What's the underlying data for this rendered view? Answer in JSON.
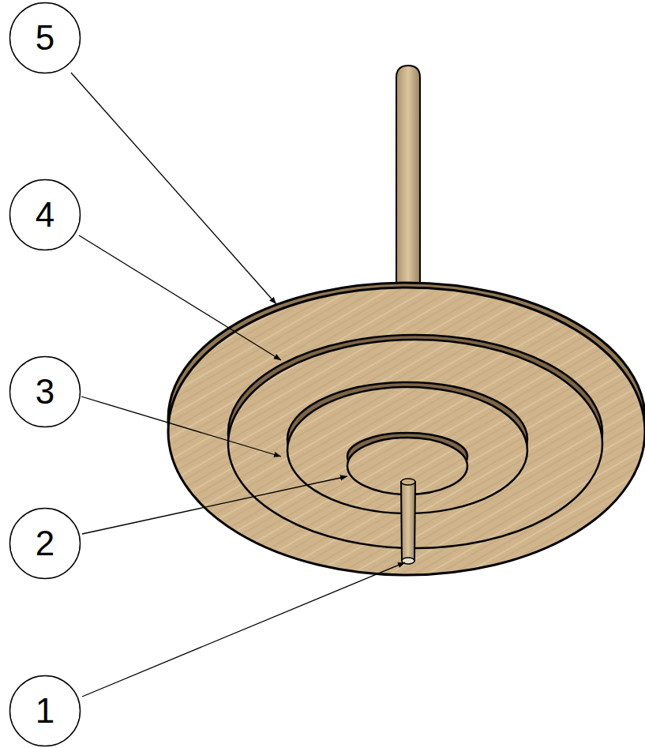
{
  "diagram": {
    "nodes": [
      {
        "text": [
          "5"
        ]
      },
      {
        "text": [
          "4"
        ]
      },
      {
        "text": [
          "3"
        ]
      },
      {
        "text": [
          "2"
        ]
      },
      {
        "text": [
          "1"
        ]
      }
    ]
  }
}
